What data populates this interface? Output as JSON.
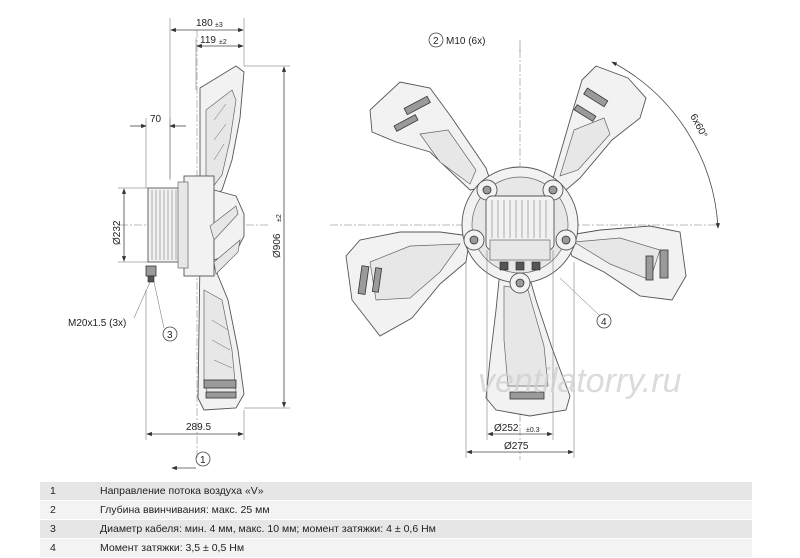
{
  "dimensions": {
    "width_total": "180",
    "width_total_tol": "±3",
    "width_part": "119",
    "width_part_tol": "±2",
    "motor_depth": "70",
    "motor_diameter": "Ø232",
    "fan_diameter": "Ø906",
    "fan_diameter_tol": "±2",
    "cable_gland": "M20x1.5 (3x)",
    "overall_depth": "289.5",
    "bolt_circle": "Ø252",
    "bolt_circle_tol": "±0.3",
    "flange_diameter": "Ø275",
    "mount_thread": "M10 (6x)",
    "angle_spacing": "6x60°"
  },
  "callouts": {
    "c1": "1",
    "c2": "2",
    "c3": "3",
    "c4": "4"
  },
  "watermark": "ventilatorry.ru",
  "legend": [
    {
      "num": "1",
      "text": "Направление потока воздуха «V»"
    },
    {
      "num": "2",
      "text": "Глубина ввинчивания: макс. 25 мм"
    },
    {
      "num": "3",
      "text": "Диаметр кабеля: мин. 4 мм, макс. 10 мм; момент затяжки: 4 ± 0,6 Нм"
    },
    {
      "num": "4",
      "text": "Момент затяжки: 3,5 ± 0,5 Нм"
    }
  ]
}
